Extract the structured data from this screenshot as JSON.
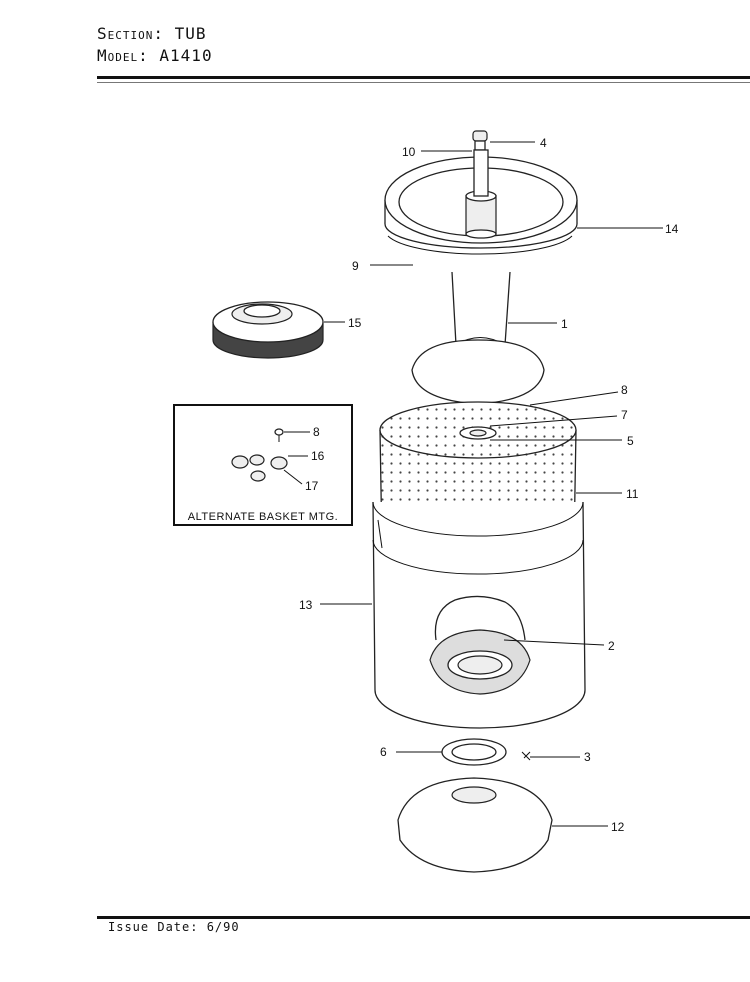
{
  "header": {
    "section_key": "Section:",
    "section_value": "TUB",
    "model_key": "Model:",
    "model_value": "A1410"
  },
  "footer": {
    "issue": "Issue Date: 6/90"
  },
  "inset": {
    "title": "ALTERNATE BASKET MTG."
  },
  "callouts": {
    "c1": "1",
    "c2": "2",
    "c3": "3",
    "c4": "4",
    "c5": "5",
    "c6": "6",
    "c7": "7",
    "c8": "8",
    "c9": "9",
    "c10": "10",
    "c11": "11",
    "c12": "12",
    "c13": "13",
    "c14": "14",
    "c15": "15",
    "c8b": "8",
    "c16": "16",
    "c17": "17"
  }
}
